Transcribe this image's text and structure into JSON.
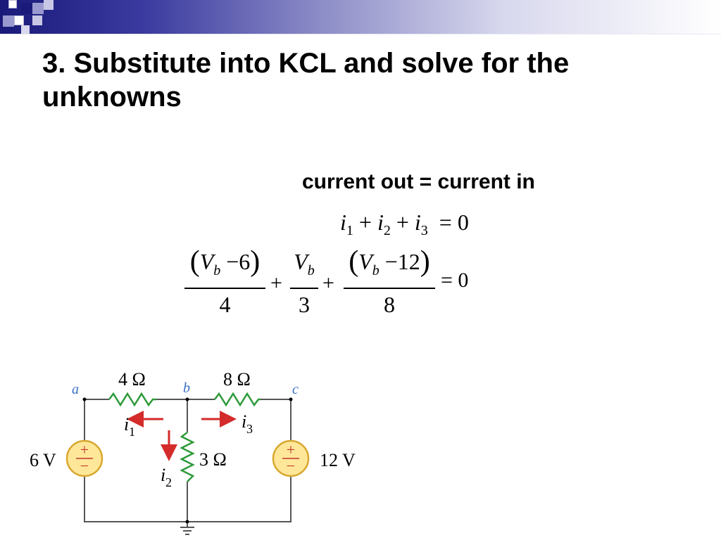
{
  "slide": {
    "title": "3. Substitute into KCL and solve for the unknowns"
  },
  "kcl": {
    "label": "current out = current in",
    "eq1": {
      "i": "i",
      "s1": "1",
      "s2": "2",
      "s3": "3",
      "plus": "+",
      "eq": "=",
      "rhs": "0"
    },
    "eq2": {
      "t1_num_open": "(",
      "t1_V": "V",
      "t1_sub": "b",
      "t1_minus": "−",
      "t1_val": "6",
      "t1_num_close": ")",
      "t1_den": "4",
      "plus1": "+",
      "t2_V": "V",
      "t2_sub": "b",
      "t2_den": "3",
      "plus2": "+",
      "t3_num_open": "(",
      "t3_V": "V",
      "t3_sub": "b",
      "t3_minus": "−",
      "t3_val": "12",
      "t3_num_close": ")",
      "t3_den": "8",
      "eq": "=",
      "rhs": "0"
    }
  },
  "circuit": {
    "node_a": "a",
    "node_b": "b",
    "node_c": "c",
    "r1": "4 Ω",
    "r2": "8 Ω",
    "r3": "3 Ω",
    "v1": "6 V",
    "v2": "12 V",
    "i1": "i",
    "i1_sub": "1",
    "i2": "i",
    "i2_sub": "2",
    "i3": "i",
    "i3_sub": "3",
    "plus": "+",
    "minus": "−"
  },
  "colors": {
    "accent_navy": "#1a1a7a",
    "node_label_blue": "#3a6fc4",
    "arrow_red": "#d42b2b",
    "source_fill": "#ffe79a"
  }
}
